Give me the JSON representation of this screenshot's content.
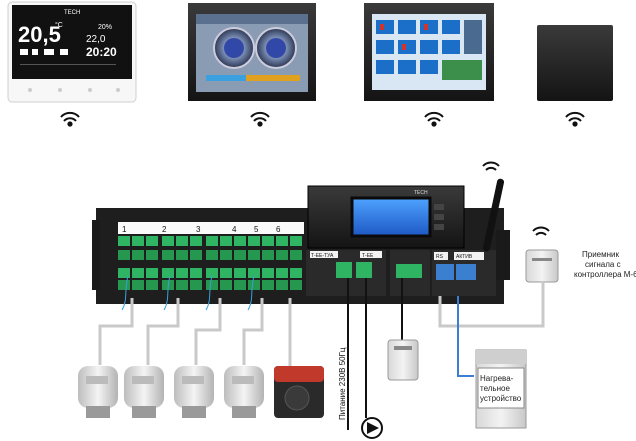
{
  "brand": "TECH",
  "panels": {
    "thermostat": {
      "temp": "20,5",
      "unit": "°C",
      "time": "20:20",
      "humidity": "20%",
      "setpoint": "22,0"
    }
  },
  "zone_numbers": [
    "1",
    "2",
    "3",
    "4",
    "5",
    "6"
  ],
  "module_labels": {
    "left": "Т-ЕЕ-ТУА",
    "mid": "Т-ЕЕ",
    "right": "RS",
    "right2": "АКТИВ"
  },
  "labels": {
    "receiver": [
      "Приемник",
      "сигнала с",
      "контроллера М-6"
    ],
    "power": "Питание 230В 50Гц",
    "heater": [
      "Нагрева-",
      "тельное",
      "устройство"
    ]
  },
  "colors": {
    "controller_body": "#2b2b2b",
    "terminal_green": "#2fb463",
    "lcd_blue": "#2f7fe0",
    "wire_gray": "#c9c9c9",
    "wire_black": "#111111",
    "accent_blue": "#3aa0e0"
  },
  "icons": [
    "wifi-icon",
    "antenna-icon",
    "pump-icon"
  ]
}
